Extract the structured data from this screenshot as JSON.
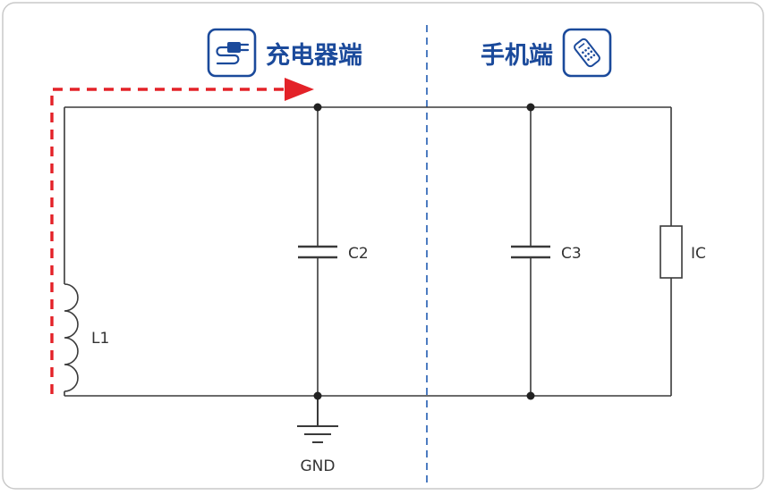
{
  "header": {
    "charger": {
      "label": "充电器端"
    },
    "phone": {
      "label": "手机端"
    }
  },
  "circuit": {
    "inductor": "L1",
    "capacitor_left": "C2",
    "capacitor_right": "C3",
    "ic": "IC",
    "ground": "GND"
  },
  "icons": {
    "charger_icon": "charger-plug-icon",
    "phone_icon": "phone-icon"
  },
  "colors": {
    "accent_blue": "#1b4a9b",
    "arrow_red": "#e32228",
    "separator_blue": "#4d7cc1",
    "wire_dark": "#3a3a3a"
  }
}
